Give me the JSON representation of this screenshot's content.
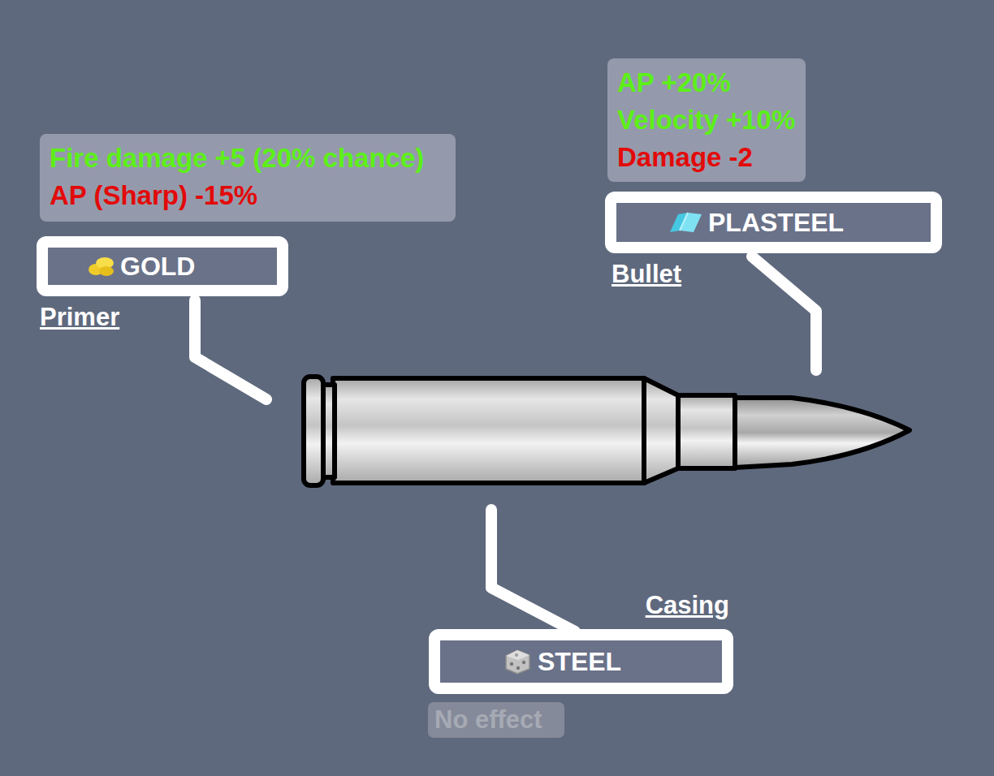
{
  "diagram": {
    "nodes": [
      {
        "text": [
          "Fire damage +5 (20% chance)",
          "AP (Sharp) -15%"
        ]
      },
      {
        "text": [
          "GOLD",
          "Primer"
        ]
      },
      {
        "text": [
          "AP +20%",
          "Velocity +10%",
          "Damage -2"
        ]
      },
      {
        "text": [
          "PLASTEEL",
          "Bullet"
        ]
      },
      {
        "text": [
          "STEEL",
          "Casing"
        ]
      },
      {
        "text": [
          "No effect"
        ]
      }
    ]
  }
}
